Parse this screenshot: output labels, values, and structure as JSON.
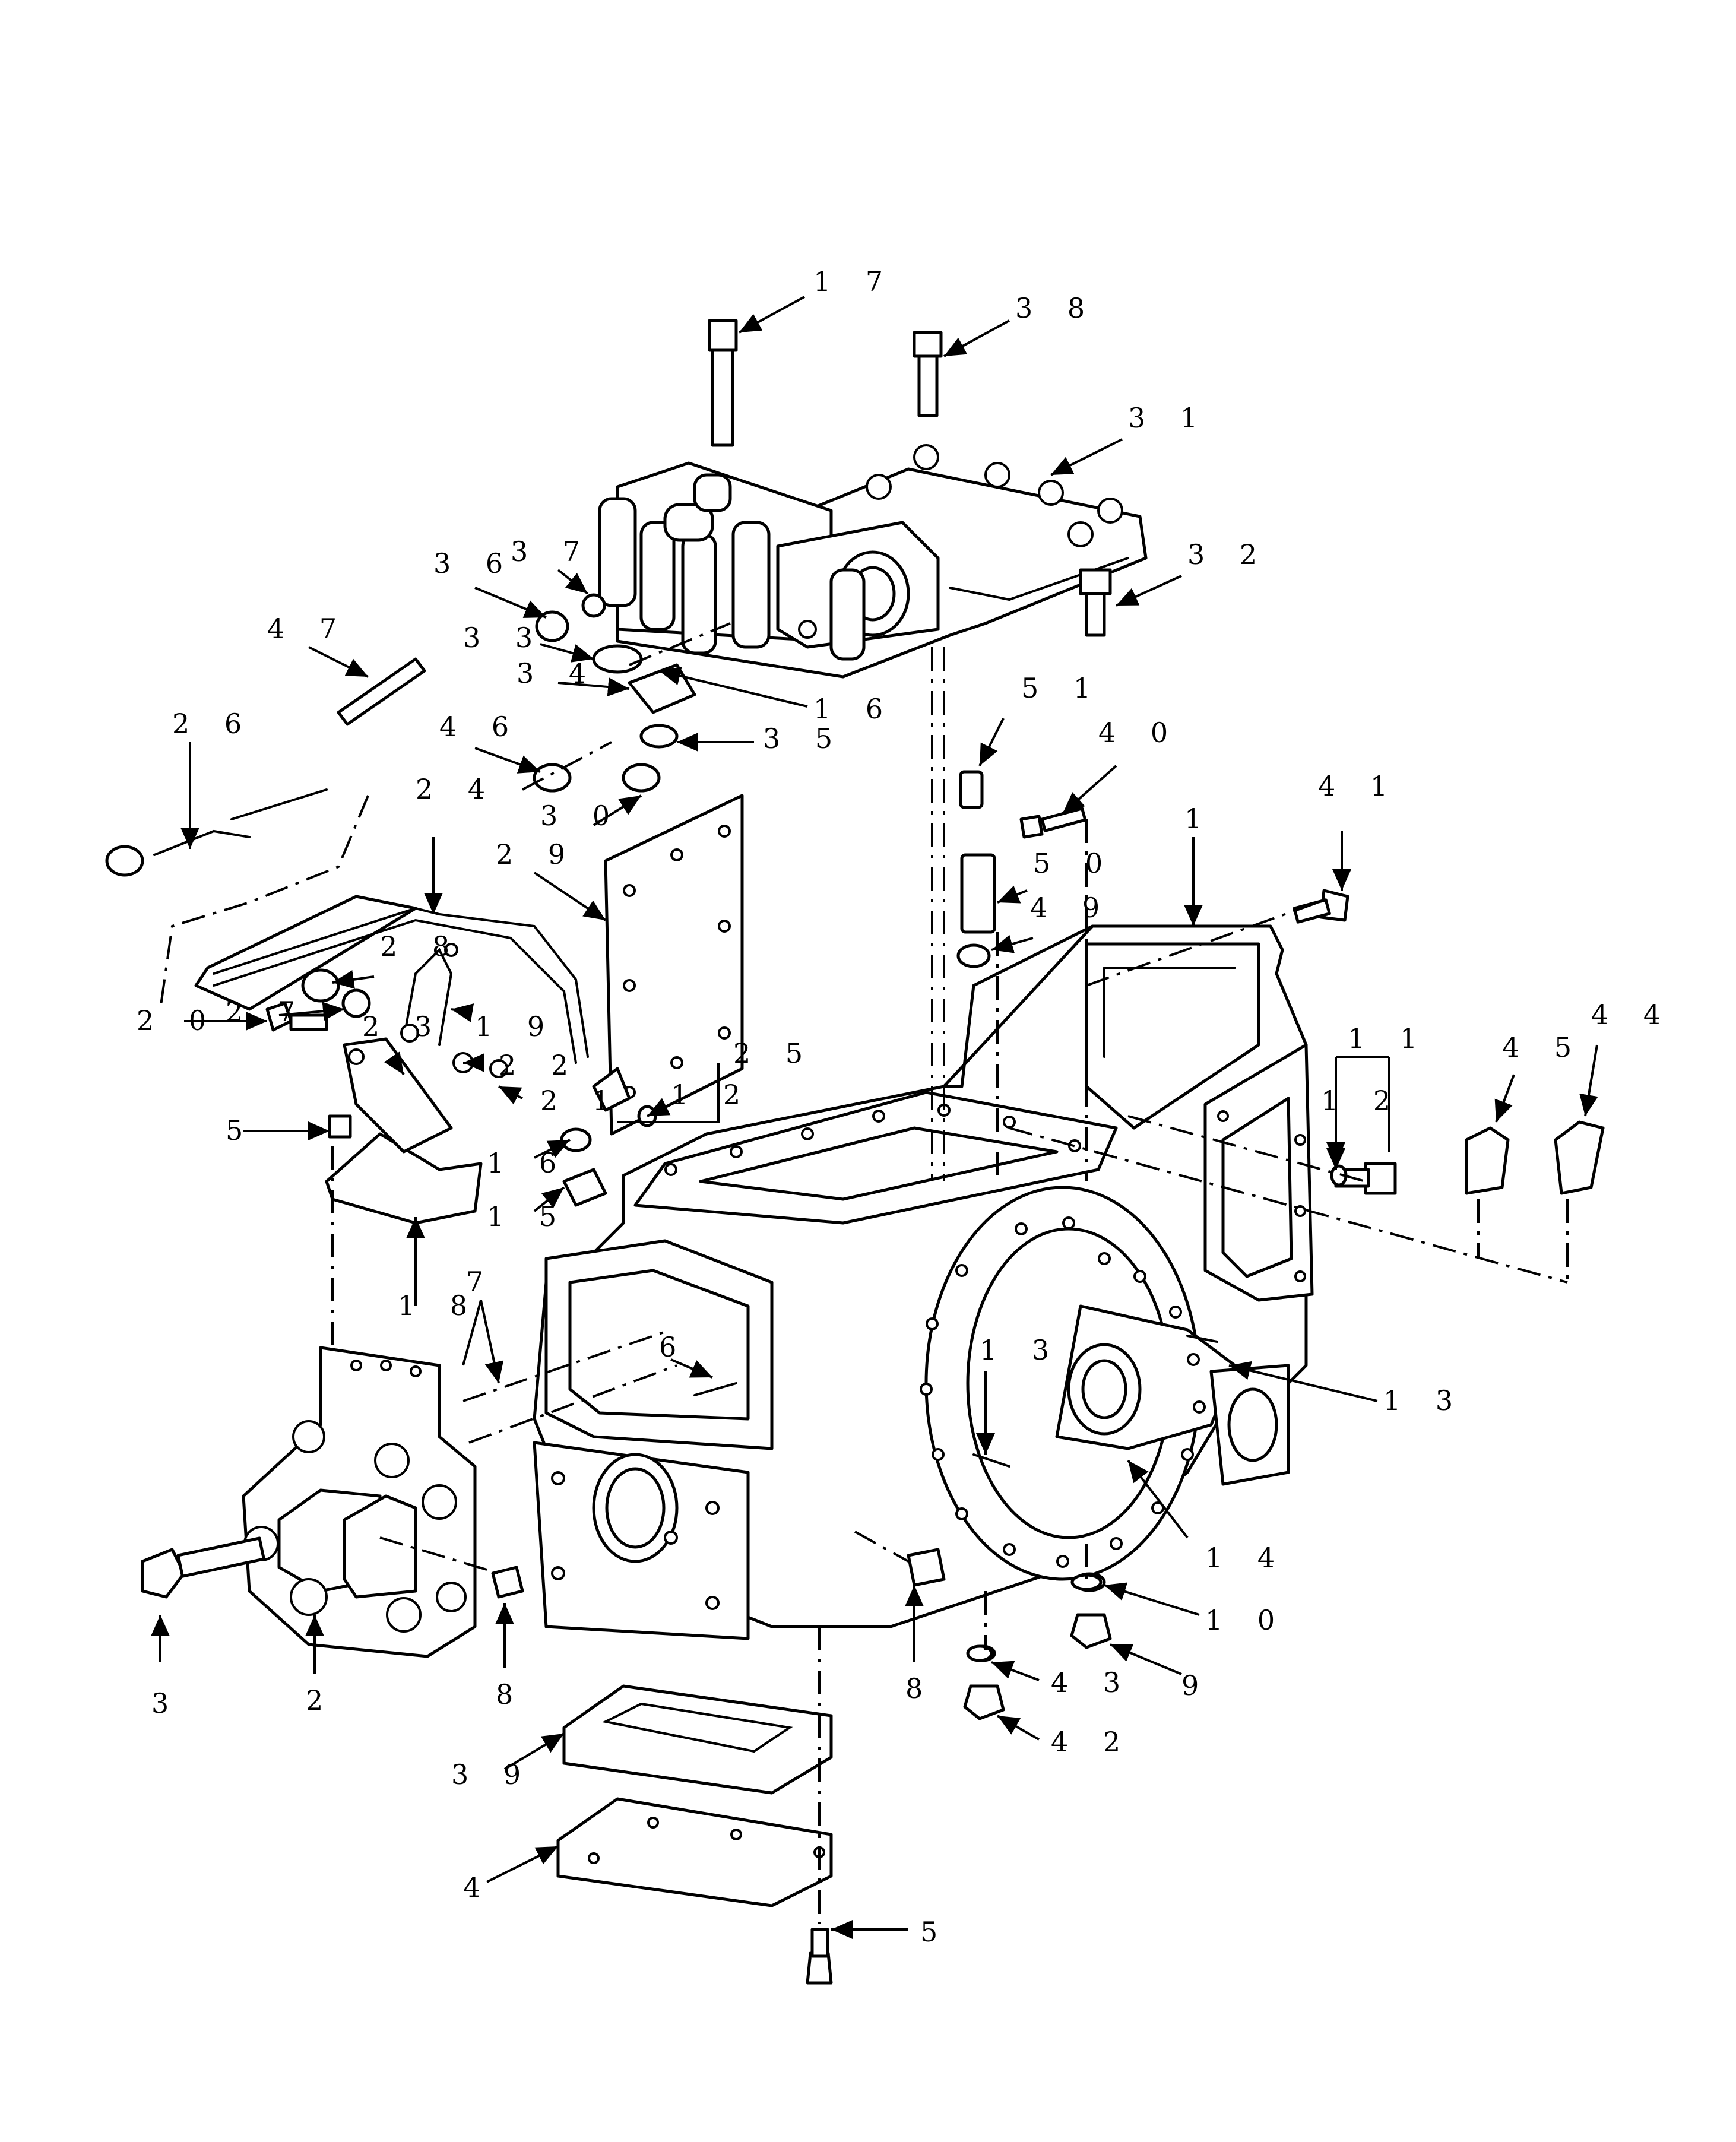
{
  "colors": {
    "ink": "#000000",
    "paper": "#ffffff"
  },
  "labels": [
    {
      "id": "l17",
      "text": "1 7"
    },
    {
      "id": "l38",
      "text": "3 8"
    },
    {
      "id": "l31",
      "text": "3 1"
    },
    {
      "id": "l32",
      "text": "3 2"
    },
    {
      "id": "l36",
      "text": "3 6"
    },
    {
      "id": "l37",
      "text": "3 7"
    },
    {
      "id": "l47",
      "text": "4 7"
    },
    {
      "id": "l33",
      "text": "3 3"
    },
    {
      "id": "l34",
      "text": "3 4"
    },
    {
      "id": "l16a",
      "text": "1 6"
    },
    {
      "id": "l26",
      "text": "2 6"
    },
    {
      "id": "l46",
      "text": "4 6"
    },
    {
      "id": "l35",
      "text": "3 5"
    },
    {
      "id": "l51",
      "text": "5 1"
    },
    {
      "id": "l40",
      "text": "4 0"
    },
    {
      "id": "l30",
      "text": "3 0"
    },
    {
      "id": "l24",
      "text": "2 4"
    },
    {
      "id": "l29",
      "text": "2 9"
    },
    {
      "id": "l50",
      "text": "5 0"
    },
    {
      "id": "l41",
      "text": "4 1"
    },
    {
      "id": "l1",
      "text": "1"
    },
    {
      "id": "l49",
      "text": "4 9"
    },
    {
      "id": "l28",
      "text": "2 8"
    },
    {
      "id": "l27",
      "text": "2 7"
    },
    {
      "id": "l23",
      "text": "2 3"
    },
    {
      "id": "l19",
      "text": "1 9"
    },
    {
      "id": "l44",
      "text": "4 4"
    },
    {
      "id": "l45",
      "text": "4 5"
    },
    {
      "id": "l11",
      "text": "1 1"
    },
    {
      "id": "l25",
      "text": "2 5"
    },
    {
      "id": "l20",
      "text": "2 0"
    },
    {
      "id": "l22",
      "text": "2 2"
    },
    {
      "id": "l21",
      "text": "2 1"
    },
    {
      "id": "l12a",
      "text": "1 2"
    },
    {
      "id": "l12b",
      "text": "1 2"
    },
    {
      "id": "l5a",
      "text": "5"
    },
    {
      "id": "l16b",
      "text": "1 6"
    },
    {
      "id": "l15",
      "text": "1 5"
    },
    {
      "id": "l18",
      "text": "1 8"
    },
    {
      "id": "l7",
      "text": "7"
    },
    {
      "id": "l6",
      "text": "6"
    },
    {
      "id": "l13a",
      "text": "1 3"
    },
    {
      "id": "l13b",
      "text": "1 3"
    },
    {
      "id": "l14",
      "text": "1 4"
    },
    {
      "id": "l10",
      "text": "1 0"
    },
    {
      "id": "l3",
      "text": "3"
    },
    {
      "id": "l2",
      "text": "2"
    },
    {
      "id": "l8a",
      "text": "8"
    },
    {
      "id": "l8b",
      "text": "8"
    },
    {
      "id": "l43",
      "text": "4 3"
    },
    {
      "id": "l9",
      "text": "9"
    },
    {
      "id": "l42",
      "text": "4 2"
    },
    {
      "id": "l39",
      "text": "3 9"
    },
    {
      "id": "l4",
      "text": "4"
    },
    {
      "id": "l5b",
      "text": "5"
    }
  ]
}
